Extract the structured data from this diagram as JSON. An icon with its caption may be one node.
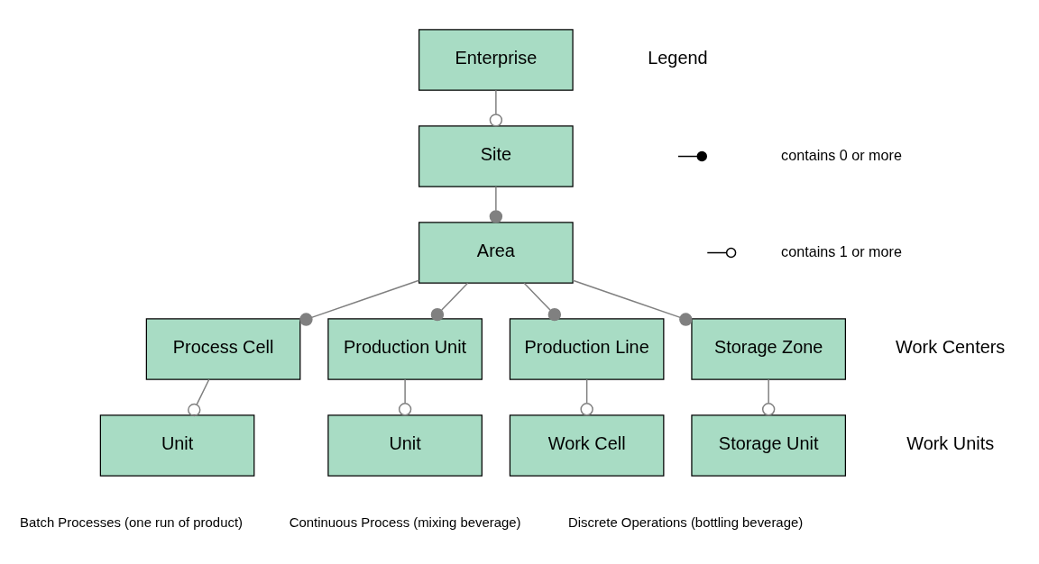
{
  "diagram": {
    "nodes": [
      {
        "text": [
          "Enterprise"
        ]
      },
      {
        "text": [
          "Site"
        ]
      },
      {
        "text": [
          "Area"
        ]
      },
      {
        "text": [
          "Process Cell"
        ]
      },
      {
        "text": [
          "Production Unit"
        ]
      },
      {
        "text": [
          "Production Line"
        ]
      },
      {
        "text": [
          "Storage Zone"
        ]
      },
      {
        "text": [
          "Unit"
        ],
        "beside": [
          "Batch Processes (one run of product)"
        ]
      },
      {
        "text": [
          "Unit"
        ],
        "beside": [
          "Continuous Process (mixing beverage)"
        ]
      },
      {
        "text": [
          "Work Cell"
        ],
        "beside": [
          "Discrete Operations (bottling beverage)"
        ]
      },
      {
        "text": [
          "Storage Unit"
        ]
      }
    ],
    "edges": [
      {
        "from": 0,
        "to": 1,
        "arrow": "other"
      },
      {
        "from": 1,
        "to": 2,
        "arrow": "other"
      },
      {
        "from": 2,
        "to": 3,
        "arrow": "other"
      },
      {
        "from": 2,
        "to": 4,
        "arrow": "other"
      },
      {
        "from": 2,
        "to": 5,
        "arrow": "other"
      },
      {
        "from": 2,
        "to": 6,
        "arrow": "other"
      },
      {
        "from": 3,
        "to": 7,
        "arrow": "other"
      },
      {
        "from": 4,
        "to": 8,
        "arrow": "other"
      },
      {
        "from": 5,
        "to": 9,
        "arrow": "other"
      },
      {
        "from": 6,
        "to": 10,
        "arrow": "other"
      }
    ],
    "labels": [
      "Legend",
      "Work Centers",
      "Work Units"
    ],
    "legend": [
      {
        "text": "contains 0 or more"
      },
      {
        "text": "contains 1 or more"
      }
    ]
  }
}
